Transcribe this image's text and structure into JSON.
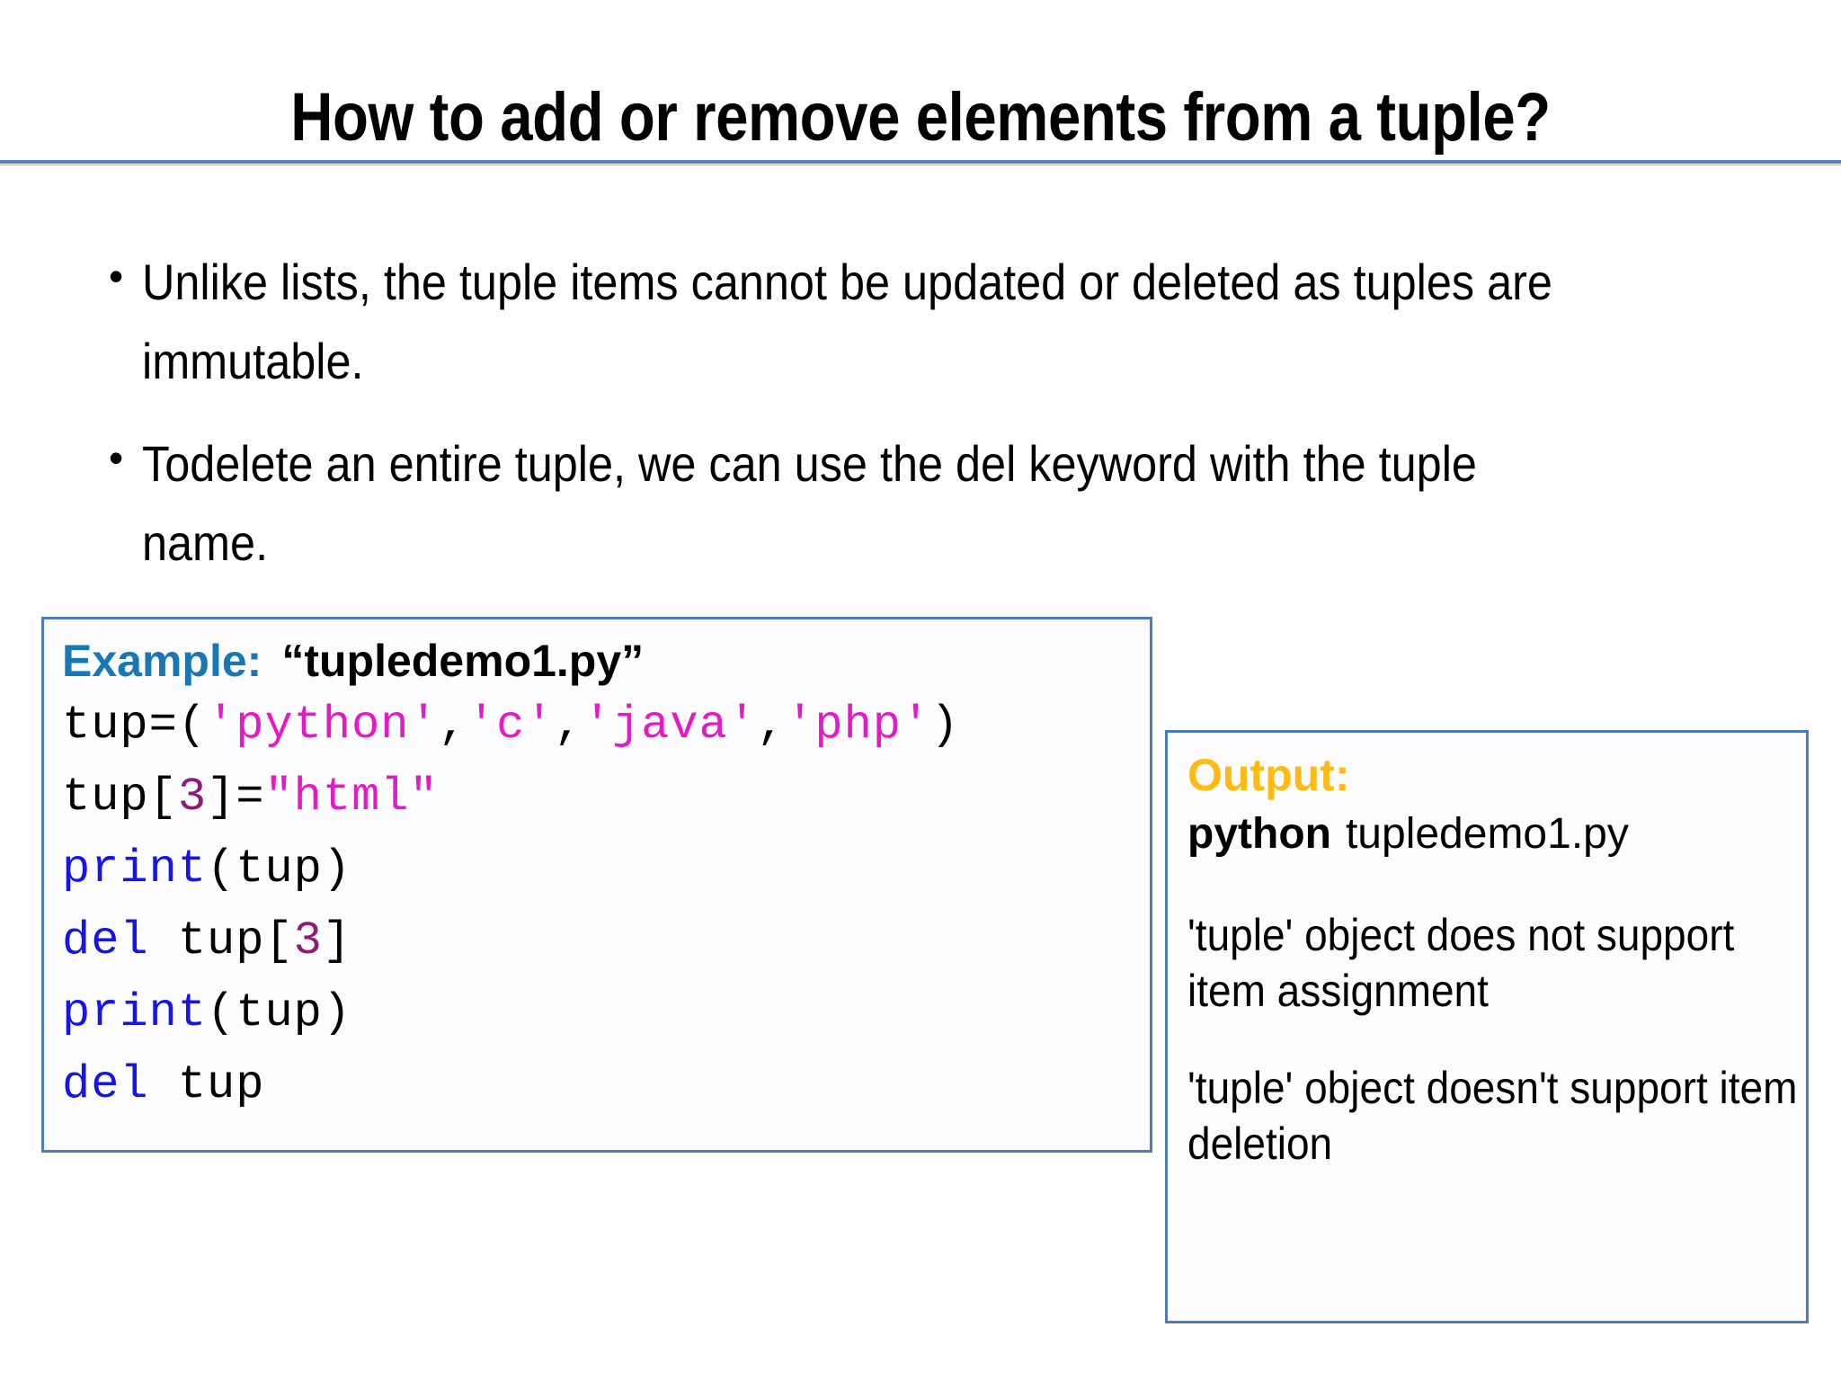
{
  "slide": {
    "title": "How to add or remove elements from a tuple?",
    "divider_color": "#5B84B8"
  },
  "bullets": [
    {
      "marker": "•",
      "text": "Unlike lists, the tuple items cannot be updated or deleted as tuples are immutable."
    },
    {
      "marker": "•",
      "text": "Todelete an entire tuple, we can use the del keyword with the tuple name."
    }
  ],
  "code_box": {
    "border_color": "#4A7EBB",
    "example_label": "Example:",
    "example_file": "“tupledemo1.py”",
    "label_color": "#1878B4",
    "lines": [
      {
        "id": "line-1",
        "tokens": [
          {
            "t": "tup=(",
            "c": "plain"
          },
          {
            "t": "'python'",
            "c": "str"
          },
          {
            "t": ",",
            "c": "plain"
          },
          {
            "t": "'c'",
            "c": "str"
          },
          {
            "t": ",",
            "c": "plain"
          },
          {
            "t": "'java'",
            "c": "str"
          },
          {
            "t": ",",
            "c": "plain"
          },
          {
            "t": "'php'",
            "c": "str"
          },
          {
            "t": ")",
            "c": "plain"
          }
        ]
      },
      {
        "id": "line-2",
        "tokens": [
          {
            "t": "tup[",
            "c": "plain"
          },
          {
            "t": "3",
            "c": "num"
          },
          {
            "t": "]=",
            "c": "plain"
          },
          {
            "t": "\"html\"",
            "c": "str"
          }
        ]
      },
      {
        "id": "line-3",
        "tokens": [
          {
            "t": "print",
            "c": "kw"
          },
          {
            "t": "(tup)",
            "c": "plain"
          }
        ]
      },
      {
        "id": "line-4",
        "tokens": [
          {
            "t": "del",
            "c": "kw"
          },
          {
            "t": " tup[",
            "c": "plain"
          },
          {
            "t": "3",
            "c": "num"
          },
          {
            "t": "]",
            "c": "plain"
          }
        ]
      },
      {
        "id": "line-5",
        "tokens": [
          {
            "t": "print",
            "c": "kw"
          },
          {
            "t": "(tup)",
            "c": "plain"
          }
        ]
      },
      {
        "id": "line-6",
        "tokens": [
          {
            "t": "del",
            "c": "kw"
          },
          {
            "t": " tup",
            "c": "plain"
          }
        ]
      }
    ]
  },
  "output_box": {
    "border_color": "#4A7EBB",
    "label": "Output:",
    "label_color": "#FFBB11",
    "command_bold": "python",
    "command_file": "tupledemo1.py",
    "messages": [
      "'tuple' object does not support item assignment",
      "'tuple' object doesn't support item deletion"
    ]
  }
}
